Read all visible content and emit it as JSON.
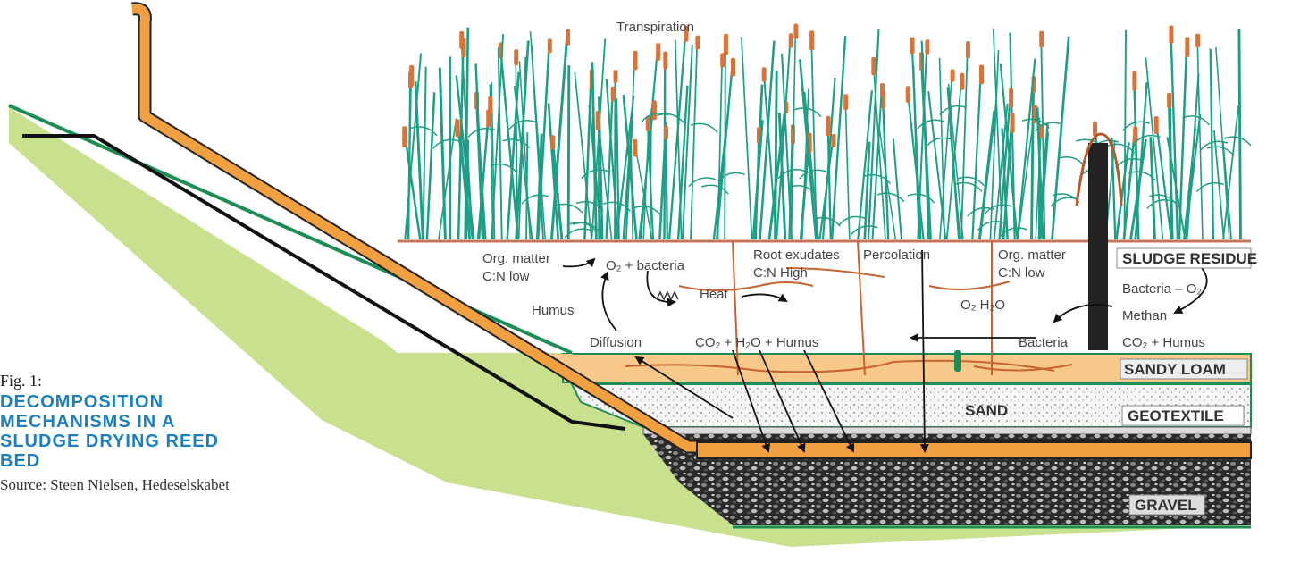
{
  "figure": {
    "fig_label": "Fig. 1:",
    "title": "DECOMPOSITION MECHANISMS IN A SLUDGE DRYING REED BED",
    "source": "Source: Steen Nielsen, Hedeselskabet"
  },
  "labels": {
    "transpiration": "Transpiration",
    "org_matter_1": "Org. matter",
    "cn_low_1": "C:N low",
    "o2_bacteria": "O₂ + bacteria",
    "root_exudates": "Root exudates",
    "cn_high": "C:N High",
    "percolation": "Percolation",
    "org_matter_2": "Org. matter",
    "cn_low_2": "C:N low",
    "heat": "Heat",
    "humus": "Humus",
    "o2_h2o": "O₂  H₂O",
    "diffusion": "Diffusion",
    "co2_h2o_humus": "CO₂  +  H₂O  +  Humus",
    "bacteria": "Bacteria",
    "bacteria_o2": "Bacteria – O₂",
    "methan": "Methan",
    "co2_humus": "CO₂ + Humus"
  },
  "layers": {
    "sludge_residue": "SLUDGE RESIDUE",
    "sandy_loam": "SANDY LOAM",
    "sand": "SAND",
    "geotextile": "GEOTEXTILE",
    "gravel": "GRAVEL"
  },
  "colors": {
    "ground": "#c9e08e",
    "reed": "#1f9e86",
    "catkin": "#d8743b",
    "pipe": "#f0a040",
    "sandy_loam": "#f6c88a",
    "sand": "#f4f4f4",
    "gravel": "#2a2a2a",
    "edge_green": "#1c8e55",
    "caption_blue": "#1b7fc0"
  }
}
